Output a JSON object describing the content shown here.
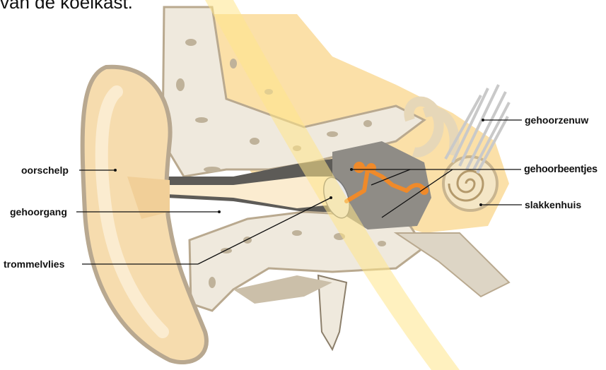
{
  "caption": "van de koelkast.",
  "labels": {
    "oorschelp": "oorschelp",
    "gehoorgang": "gehoorgang",
    "trommelvlies": "trommelvlies",
    "gehoorzenuw": "gehoorzenuw",
    "gehoorbeentjes": "gehoorbeentjes",
    "slakkenhuis": "slakkenhuis"
  },
  "colors": {
    "skin": "#f6dcae",
    "skin_light": "#fbecd0",
    "bone": "#eee8dc",
    "bone_dark": "#b9a98f",
    "tissue": "#fbe0a8",
    "canal_dark": "#5d5b57",
    "ossicles": "#ef8a2a",
    "highlight_band": "#ffe9a0",
    "nerve": "#c9c9c9"
  }
}
